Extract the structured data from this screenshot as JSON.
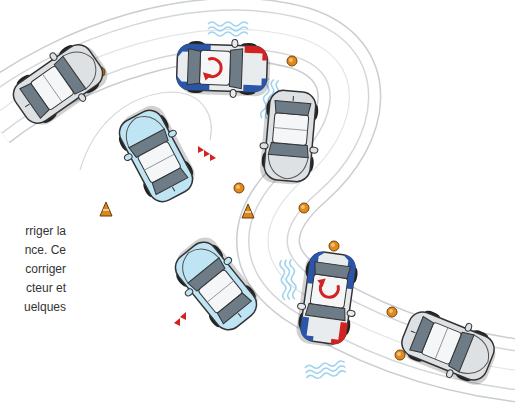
{
  "diagram": {
    "labels": [
      "rriger la",
      "nce. Ce",
      "corriger",
      "cteur et",
      "uelques"
    ]
  }
}
